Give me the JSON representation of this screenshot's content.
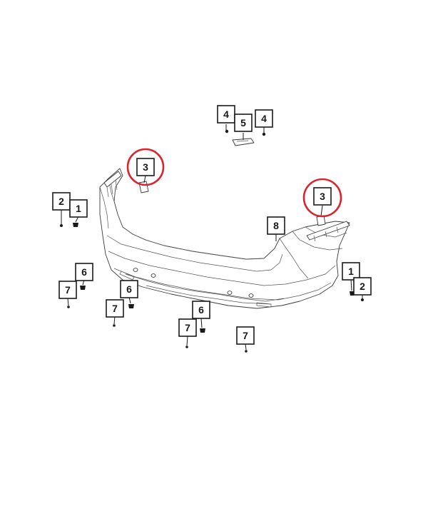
{
  "diagram": {
    "callouts": [
      {
        "id": "c-4a",
        "label": "4"
      },
      {
        "id": "c-5",
        "label": "5"
      },
      {
        "id": "c-4b",
        "label": "4"
      },
      {
        "id": "c-3a",
        "label": "3"
      },
      {
        "id": "c-3b",
        "label": "3"
      },
      {
        "id": "c-2a",
        "label": "2"
      },
      {
        "id": "c-1a",
        "label": "1"
      },
      {
        "id": "c-8",
        "label": "8"
      },
      {
        "id": "c-6a",
        "label": "6"
      },
      {
        "id": "c-7a",
        "label": "7"
      },
      {
        "id": "c-6b",
        "label": "6"
      },
      {
        "id": "c-7b",
        "label": "7"
      },
      {
        "id": "c-6c",
        "label": "6"
      },
      {
        "id": "c-7c",
        "label": "7"
      },
      {
        "id": "c-7d",
        "label": "7"
      },
      {
        "id": "c-1b",
        "label": "1"
      },
      {
        "id": "c-2b",
        "label": "2"
      }
    ],
    "highlight_color": "#d9232d",
    "line_color": "#1a1a1a"
  }
}
